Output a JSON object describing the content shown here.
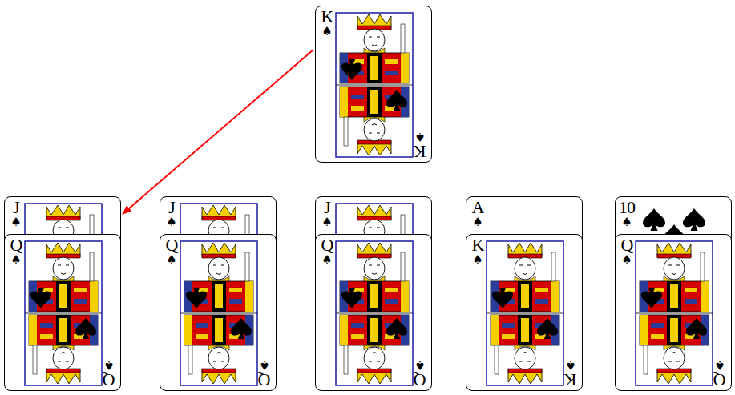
{
  "diagram": {
    "nodes": [
      {
        "text": [
          "K",
          "♠",
          "K",
          "♠"
        ]
      },
      {
        "text": [
          "J",
          "♠"
        ]
      },
      {
        "text": [
          "Q",
          "♠",
          "Q",
          "♠"
        ]
      },
      {
        "text": [
          "J",
          "♠"
        ]
      },
      {
        "text": [
          "Q",
          "♠",
          "Q",
          "♠"
        ]
      },
      {
        "text": [
          "J",
          "♠"
        ]
      },
      {
        "text": [
          "Q",
          "♠",
          "Q",
          "♠"
        ]
      },
      {
        "text": [
          "A",
          "♠"
        ]
      },
      {
        "text": [
          "K",
          "♠",
          "K",
          "♠"
        ]
      },
      {
        "text": [
          "10",
          "♠"
        ]
      },
      {
        "text": [
          "Q",
          "♠",
          "Q",
          "♠"
        ]
      }
    ],
    "edges": [
      {
        "from": 0,
        "to": 1,
        "arrow": "to"
      }
    ]
  }
}
